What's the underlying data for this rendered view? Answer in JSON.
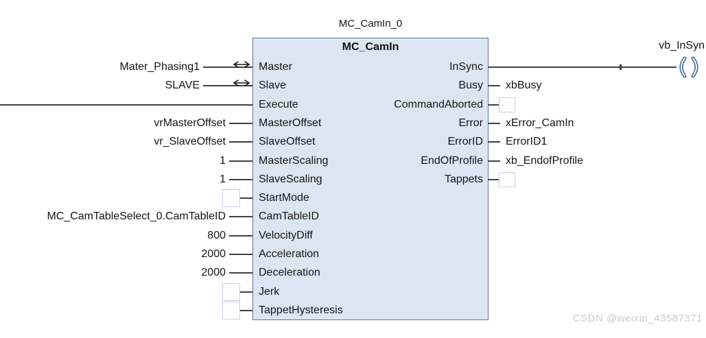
{
  "diagram": {
    "instance_title": "MC_CamIn_0",
    "block_type": "MC_CamIn"
  },
  "inputs": [
    {
      "name": "Master",
      "operand": "Mater_Phasing1",
      "kind": "inout"
    },
    {
      "name": "Slave",
      "operand": "SLAVE",
      "kind": "inout"
    },
    {
      "name": "Execute",
      "operand": "",
      "kind": "rail"
    },
    {
      "name": "MasterOffset",
      "operand": "vrMasterOffset",
      "kind": "var"
    },
    {
      "name": "SlaveOffset",
      "operand": "vr_SlaveOffset",
      "kind": "var"
    },
    {
      "name": "MasterScaling",
      "operand": "1",
      "kind": "var"
    },
    {
      "name": "SlaveScaling",
      "operand": "1",
      "kind": "var"
    },
    {
      "name": "StartMode",
      "operand": "",
      "kind": "empty"
    },
    {
      "name": "CamTableID",
      "operand": "MC_CamTableSelect_0.CamTableID",
      "kind": "var"
    },
    {
      "name": "VelocityDiff",
      "operand": "800",
      "kind": "var"
    },
    {
      "name": "Acceleration",
      "operand": "2000",
      "kind": "var"
    },
    {
      "name": "Deceleration",
      "operand": "2000",
      "kind": "var"
    },
    {
      "name": "Jerk",
      "operand": "",
      "kind": "empty"
    },
    {
      "name": "TappetHysteresis",
      "operand": "",
      "kind": "empty"
    }
  ],
  "outputs": [
    {
      "name": "InSync",
      "operand": "vb_InSyn",
      "kind": "coil"
    },
    {
      "name": "Busy",
      "operand": "xbBusy",
      "kind": "var"
    },
    {
      "name": "CommandAborted",
      "operand": "",
      "kind": "empty"
    },
    {
      "name": "Error",
      "operand": "xError_CamIn",
      "kind": "var"
    },
    {
      "name": "ErrorID",
      "operand": "ErrorID1",
      "kind": "var"
    },
    {
      "name": "EndOfProfile",
      "operand": "xb_EndofProfile",
      "kind": "var"
    },
    {
      "name": "Tappets",
      "operand": "",
      "kind": "empty"
    }
  ],
  "watermark": "CSDN @weixin_43587371",
  "colors": {
    "background": "#ffffff",
    "block_fill": "#dce6f3",
    "block_border": "#61739c",
    "wire": "#3f3f3f",
    "empty_box_border": "#c9cde8",
    "coil": "#3d5c9d",
    "text": "#141414",
    "watermark": "#cccccc"
  }
}
